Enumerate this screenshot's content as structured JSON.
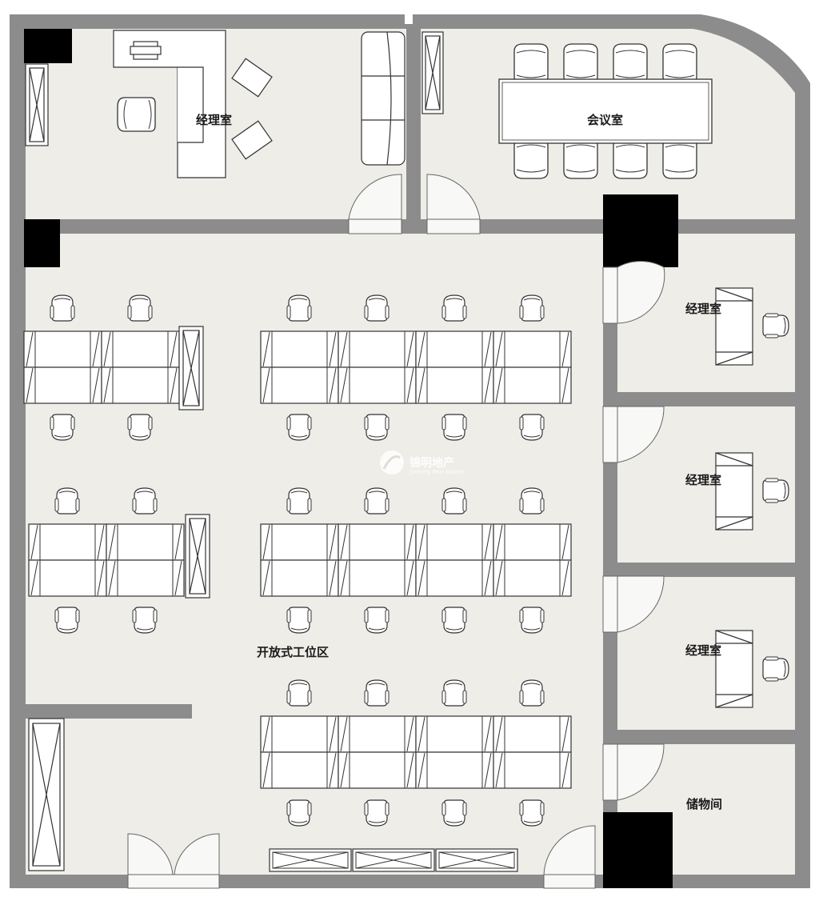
{
  "rooms": {
    "manager_office_main": "经理室",
    "meeting_room": "会议室",
    "manager_office_1": "经理室",
    "manager_office_2": "经理室",
    "manager_office_3": "经理室",
    "open_workspace": "开放式工位区",
    "storage": "储物间"
  },
  "watermark": {
    "brand": "锦明地产",
    "brand_en": "Jinming Real Estate"
  },
  "colors": {
    "wall": "#8c8c8c",
    "floor": "#efede8",
    "column": "#000000",
    "furniture": "#ffffff",
    "stroke": "#333333"
  }
}
